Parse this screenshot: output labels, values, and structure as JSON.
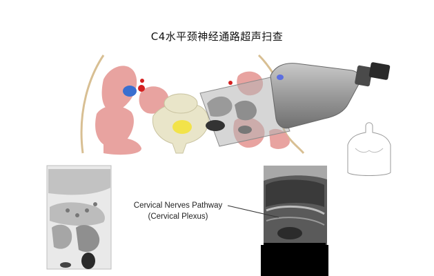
{
  "title": "C4水平颈神经通路超声扫查",
  "callout": {
    "line1": "Cervical Nerves Pathway",
    "line2": "(Cervical Plexus)"
  },
  "colors": {
    "muscle": "#e8a3a0",
    "vertebra_bone": "#e9e5c9",
    "spinal_cord": "#f2e34a",
    "artery": "#d42020",
    "vein": "#3a6fd0",
    "probe": "#8e8e8e",
    "scan_field": "#b5b5b5",
    "fascia_line": "#d8bf93"
  },
  "icons": [
    "ultrasound-probe-icon",
    "torso-icon"
  ]
}
